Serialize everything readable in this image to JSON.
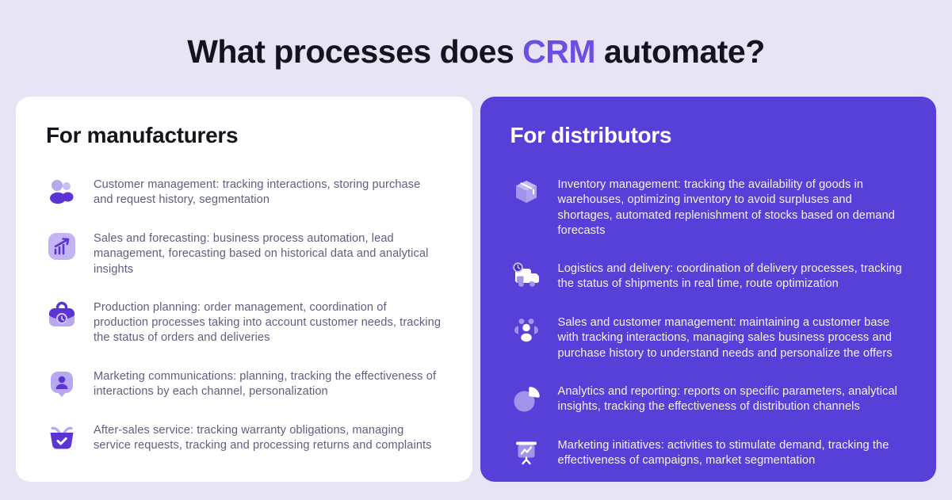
{
  "title": {
    "prefix": "What processes does ",
    "highlight": "CRM",
    "suffix": " automate?"
  },
  "colors": {
    "page_background": "#e7e5f5",
    "manufacturers_panel": "#ffffff",
    "distributors_panel": "#5640d8",
    "title_text": "#14141f",
    "title_highlight": "#6c4ee3",
    "manufacturers_body_text": "#5f5e80",
    "icon_dark_purple": "#5b34d6",
    "icon_light_purple": "#b7a9f0",
    "distributors_icon_light": "#a294ec",
    "distributors_icon_white": "#ffffff"
  },
  "panels": [
    {
      "heading": "For manufacturers",
      "items": [
        {
          "icon": "customers-icon",
          "text": "Customer management: tracking interactions, storing purchase and request history, segmentation"
        },
        {
          "icon": "sales-forecast-chart-icon",
          "text": "Sales and forecasting: business process automation, lead management, forecasting based on historical data and analytical insights"
        },
        {
          "icon": "production-briefcase-icon",
          "text": "Production planning: order management, coordination of production processes taking into account customer needs, tracking the status of orders and deliveries"
        },
        {
          "icon": "marketing-chat-icon",
          "text": "Marketing communications: planning, tracking the effectiveness of interactions by each channel, personalization"
        },
        {
          "icon": "after-sales-basket-icon",
          "text": "After-sales service: tracking warranty obligations, managing service requests, tracking and processing returns and complaints"
        }
      ]
    },
    {
      "heading": "For distributors",
      "items": [
        {
          "icon": "inventory-box-icon",
          "text": "Inventory management: tracking the availability of goods in warehouses, optimizing inventory to avoid surpluses and shortages, automated replenishment of stocks based on demand forecasts"
        },
        {
          "icon": "logistics-truck-icon",
          "text": "Logistics and delivery: coordination of delivery processes, tracking the status of shipments in real time, route optimization"
        },
        {
          "icon": "customer-base-icon",
          "text": "Sales and customer management: maintaining a customer base with tracking interactions, managing sales business process and purchase history to understand needs and personalize the offers"
        },
        {
          "icon": "analytics-pie-icon",
          "text": "Analytics and reporting: reports on specific parameters, analytical insights, tracking the effectiveness of distribution channels"
        },
        {
          "icon": "marketing-presentation-icon",
          "text": "Marketing initiatives: activities to stimulate demand, tracking the effectiveness of campaigns, market segmentation"
        }
      ]
    }
  ]
}
